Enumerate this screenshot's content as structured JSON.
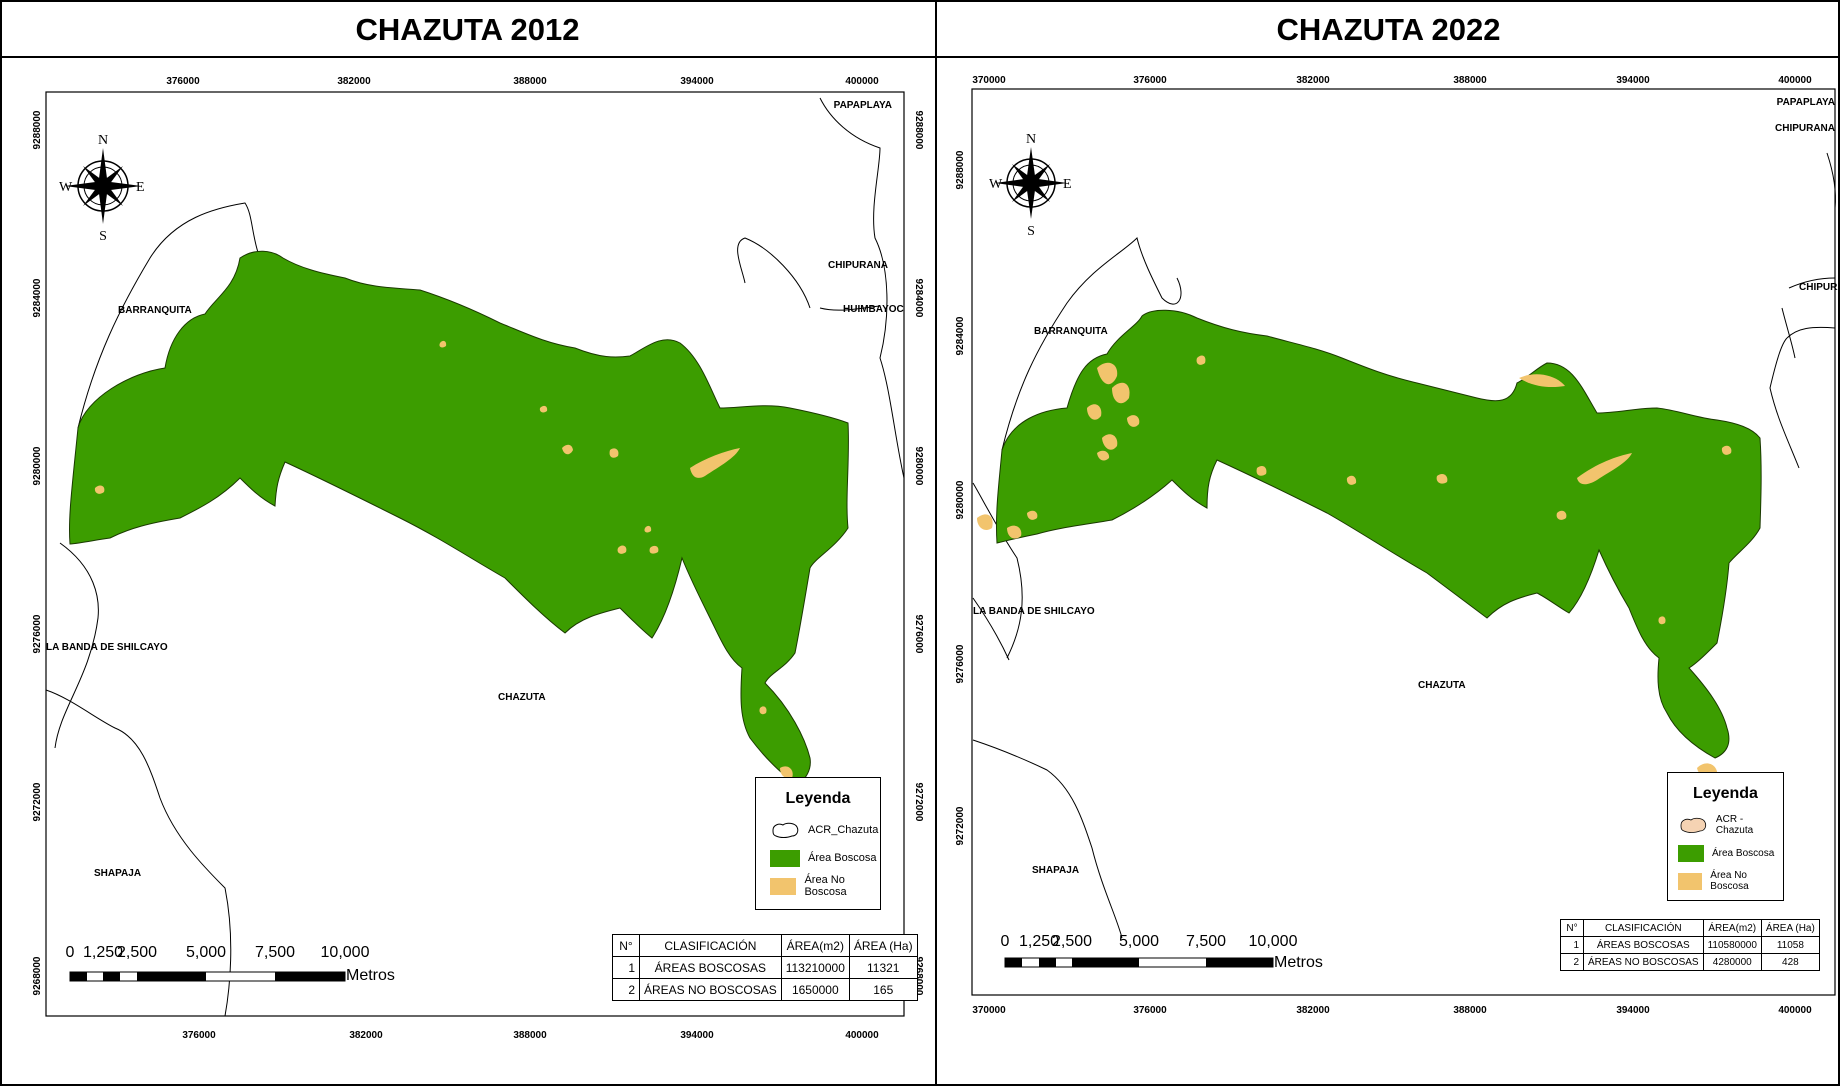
{
  "panels": [
    {
      "title": "CHAZUTA 2012",
      "x_ticks": [
        "376000",
        "382000",
        "388000",
        "394000",
        "400000"
      ],
      "y_ticks": [
        "9288000",
        "9284000",
        "9280000",
        "9276000",
        "9272000",
        "9268000"
      ],
      "places": [
        "PAPAPLAYA",
        "CHIPURANA",
        "HUIMBAYOC",
        "BARRANQUITA",
        "LA BANDA DE SHILCAYO",
        "CHAZUTA",
        "SHAPAJA"
      ],
      "compass": {
        "n": "N",
        "s": "S",
        "e": "E",
        "w": "W"
      },
      "legend": {
        "title": "Leyenda",
        "items": [
          {
            "label": "ACR_Chazuta",
            "icon": "outline-polygon-icon"
          },
          {
            "label": "Área Boscosa",
            "color": "#3c9d00"
          },
          {
            "label": "Área No Boscosa",
            "color": "#f2c46d"
          }
        ]
      },
      "table": {
        "headers": [
          "N°",
          "CLASIFICACIÓN",
          "ÁREA(m2)",
          "ÁREA (Ha)"
        ],
        "rows": [
          [
            "1",
            "ÁREAS BOSCOSAS",
            "113210000",
            "11321"
          ],
          [
            "2",
            "ÁREAS NO BOSCOSAS",
            "1650000",
            "165"
          ]
        ]
      },
      "scale": {
        "labels": [
          "0",
          "1,250",
          "2,500",
          "5,000",
          "7,500",
          "10,000"
        ],
        "unit": "Metros"
      }
    },
    {
      "title": "CHAZUTA 2022",
      "x_ticks": [
        "370000",
        "376000",
        "382000",
        "388000",
        "394000",
        "400000"
      ],
      "y_ticks": [
        "9288000",
        "9284000",
        "9280000",
        "9276000",
        "9272000"
      ],
      "places": [
        "PAPAPLAYA",
        "CHIPURANA",
        "CHIPURANA",
        "BARRANQUITA",
        "LA BANDA DE SHILCAYO",
        "CHAZUTA",
        "SHAPAJA"
      ],
      "compass": {
        "n": "N",
        "s": "S",
        "e": "E",
        "w": "W"
      },
      "legend": {
        "title": "Leyenda",
        "items": [
          {
            "label": "ACR - Chazuta",
            "icon": "filled-polygon-icon",
            "color": "#f5d3b3"
          },
          {
            "label": "Área Boscosa",
            "color": "#3c9d00"
          },
          {
            "label": "Área No Boscosa",
            "color": "#f2c46d"
          }
        ]
      },
      "table": {
        "headers": [
          "N°",
          "CLASIFICACIÓN",
          "ÁREA(m2)",
          "ÁREA (Ha)"
        ],
        "rows": [
          [
            "1",
            "ÁREAS BOSCOSAS",
            "110580000",
            "11058"
          ],
          [
            "2",
            "ÁREAS NO BOSCOSAS",
            "4280000",
            "428"
          ]
        ]
      },
      "scale": {
        "labels": [
          "0",
          "1,250",
          "2,500",
          "5,000",
          "7,500",
          "10,000"
        ],
        "unit": "Metros"
      }
    }
  ],
  "colors": {
    "forest": "#3c9d00",
    "nonforest": "#f2c46d",
    "boundary": "#000000"
  }
}
